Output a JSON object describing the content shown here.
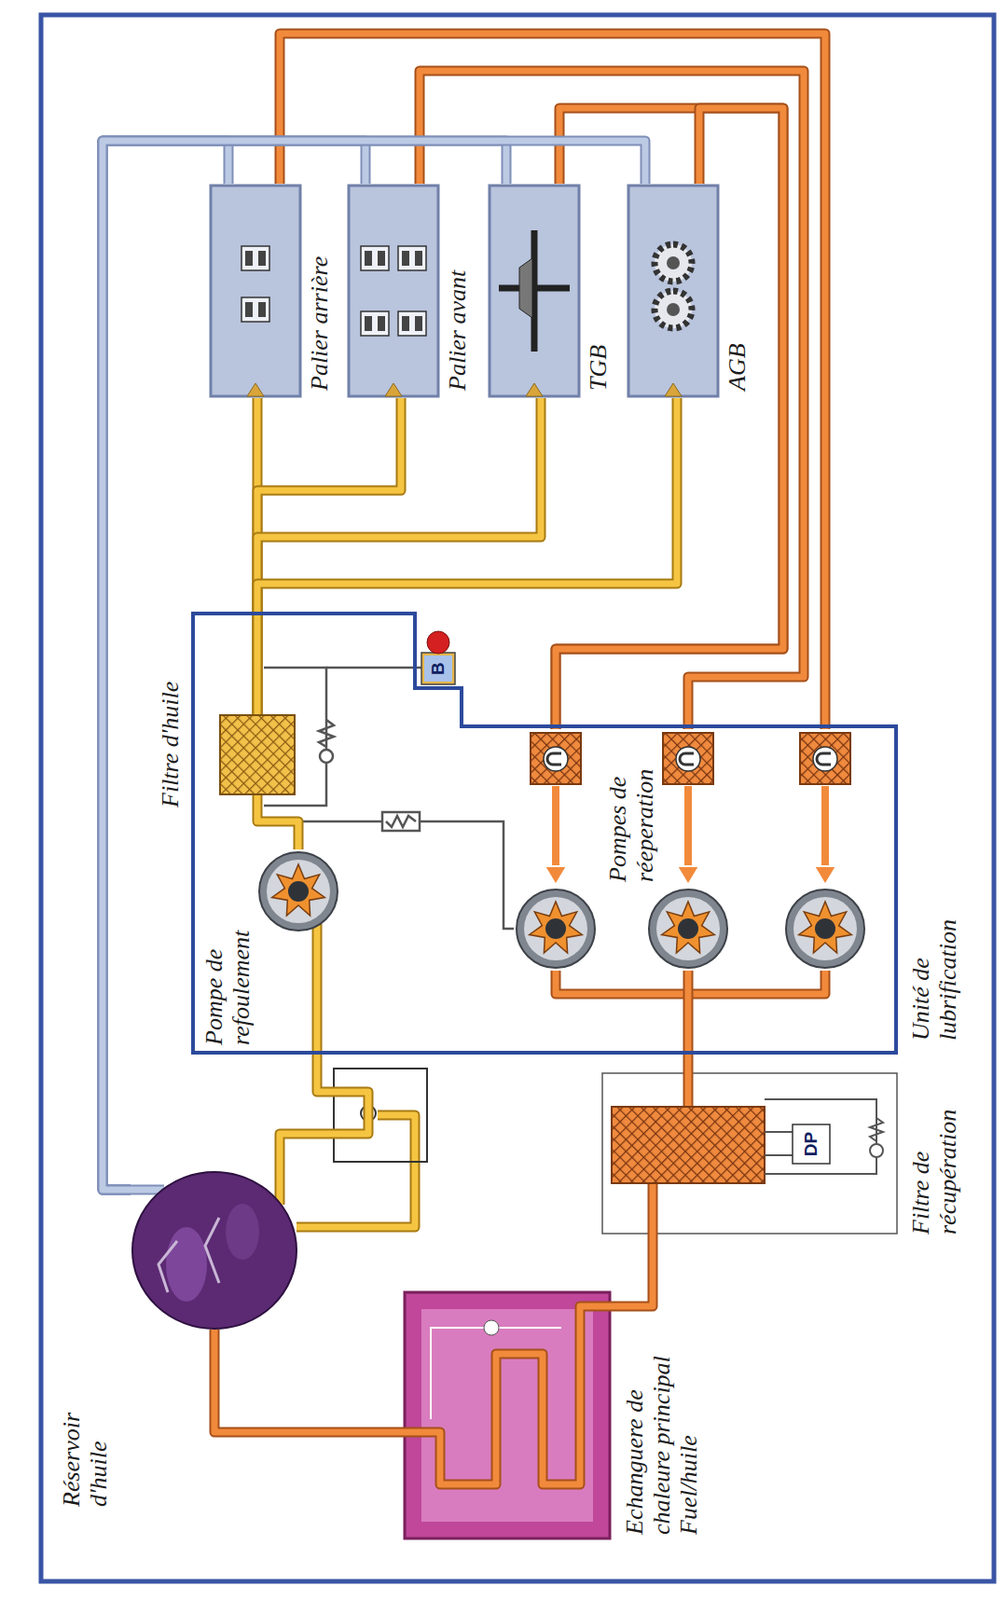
{
  "diagram": {
    "nodes": [
      {
        "text": [
          "Palier arrière"
        ]
      },
      {
        "text": [
          "Palier avant"
        ]
      },
      {
        "text": [
          "TGB"
        ]
      },
      {
        "text": [
          "AGB"
        ]
      },
      {
        "text": [
          "Unité de lubrification"
        ]
      },
      {
        "text": [
          "Filtre d'huile"
        ],
        "in": 4
      },
      {
        "text": [
          "Pompe de refoulement"
        ],
        "in": 4
      },
      {
        "text": [
          "Pompes de réeperation"
        ],
        "in": 4
      },
      {
        "text": [
          "Filtre de récupération"
        ]
      },
      {
        "text": [
          "Réservoir d'huile"
        ]
      },
      {
        "text": [
          "Echanguere de chaleure principal Fuel/huile"
        ]
      }
    ],
    "edges": [
      {
        "from": 5,
        "to": 0,
        "arrow": "none"
      },
      {
        "from": 5,
        "to": 1,
        "arrow": "none"
      },
      {
        "from": 5,
        "to": 2,
        "arrow": "none"
      },
      {
        "from": 5,
        "to": 3,
        "arrow": "none"
      },
      {
        "from": 0,
        "to": 7,
        "arrow": "none"
      },
      {
        "from": 1,
        "to": 7,
        "arrow": "none"
      },
      {
        "from": 2,
        "to": 7,
        "arrow": "none"
      },
      {
        "from": 3,
        "to": 7,
        "arrow": "none"
      },
      {
        "from": 7,
        "to": 8,
        "arrow": "none"
      },
      {
        "from": 8,
        "to": 10,
        "arrow": "none"
      },
      {
        "from": 10,
        "to": 9,
        "arrow": "none"
      },
      {
        "from": 9,
        "to": 6,
        "arrow": "none"
      },
      {
        "from": 6,
        "to": 5,
        "arrow": "none"
      },
      {
        "from": 0,
        "to": 9,
        "arrow": "none"
      },
      {
        "from": 1,
        "to": 9,
        "arrow": "none"
      },
      {
        "from": 2,
        "to": 9,
        "arrow": "none"
      },
      {
        "from": 3,
        "to": 9,
        "arrow": "none"
      }
    ],
    "labels": [
      "B",
      "DP"
    ]
  }
}
